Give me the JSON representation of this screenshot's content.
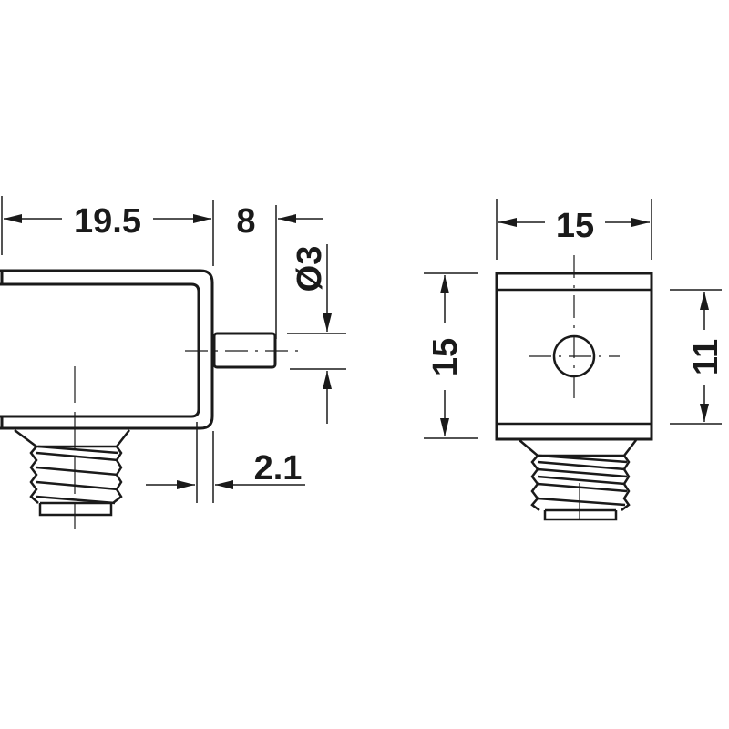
{
  "diagram": {
    "side_view": {
      "width_label": "19.5",
      "pin_length_label": "8",
      "pin_diameter_label": "Ø3",
      "wall_thickness_label": "2.1"
    },
    "front_view": {
      "width_label": "15",
      "height_label": "15",
      "inner_height_label": "11"
    },
    "colors": {
      "line": "#1a1a1a",
      "background": "#ffffff"
    }
  }
}
